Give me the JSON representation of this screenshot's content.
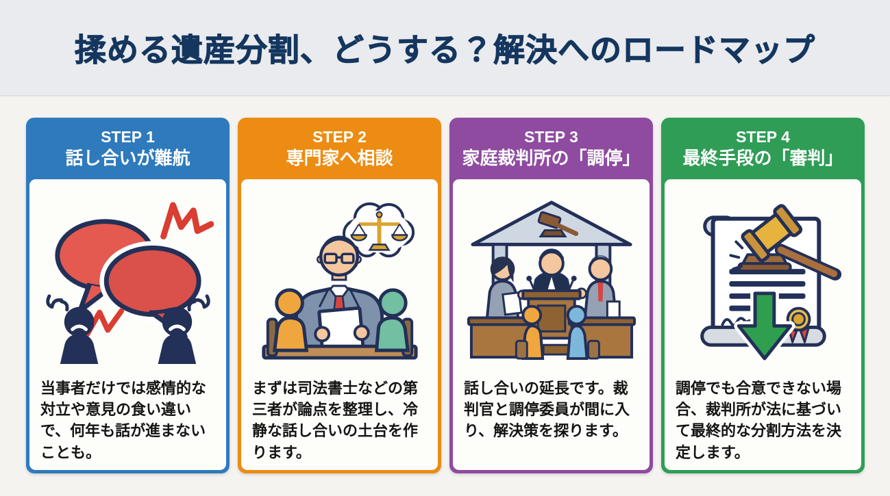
{
  "page": {
    "title": "揉める遺産分割、どうする？解決へのロードマップ",
    "title_color": "#14365f",
    "band_background": "#e9ebee",
    "main_background": "#f4f3f0"
  },
  "cards": [
    {
      "step_label": "STEP 1",
      "title": "話し合いが難航",
      "accent": "#2e7abc",
      "illustration": "arguing-people-clashing-speech-bubbles-icon",
      "description": "当事者だけでは感情的な対立や意見の食い違いで、何年も話が進まないことも。"
    },
    {
      "step_label": "STEP 2",
      "title": "専門家へ相談",
      "accent": "#ec8c12",
      "illustration": "expert-consultation-meeting-scales-icon",
      "description": "まずは司法書士などの第三者が論点を整理し、冷静な話し合いの土台を作ります。"
    },
    {
      "step_label": "STEP 3",
      "title": "家庭裁判所の「調停」",
      "accent": "#8e4ba0",
      "illustration": "family-court-mediation-judge-icon",
      "description": "話し合いの延長です。裁判官と調停委員が間に入り、解決策を探ります。"
    },
    {
      "step_label": "STEP 4",
      "title": "最終手段の「審判」",
      "accent": "#2f9d56",
      "illustration": "court-ruling-document-gavel-arrow-icon",
      "description": "調停でも合意できない場合、裁判所が法に基づいて最終的な分割方法を決定します。"
    }
  ]
}
